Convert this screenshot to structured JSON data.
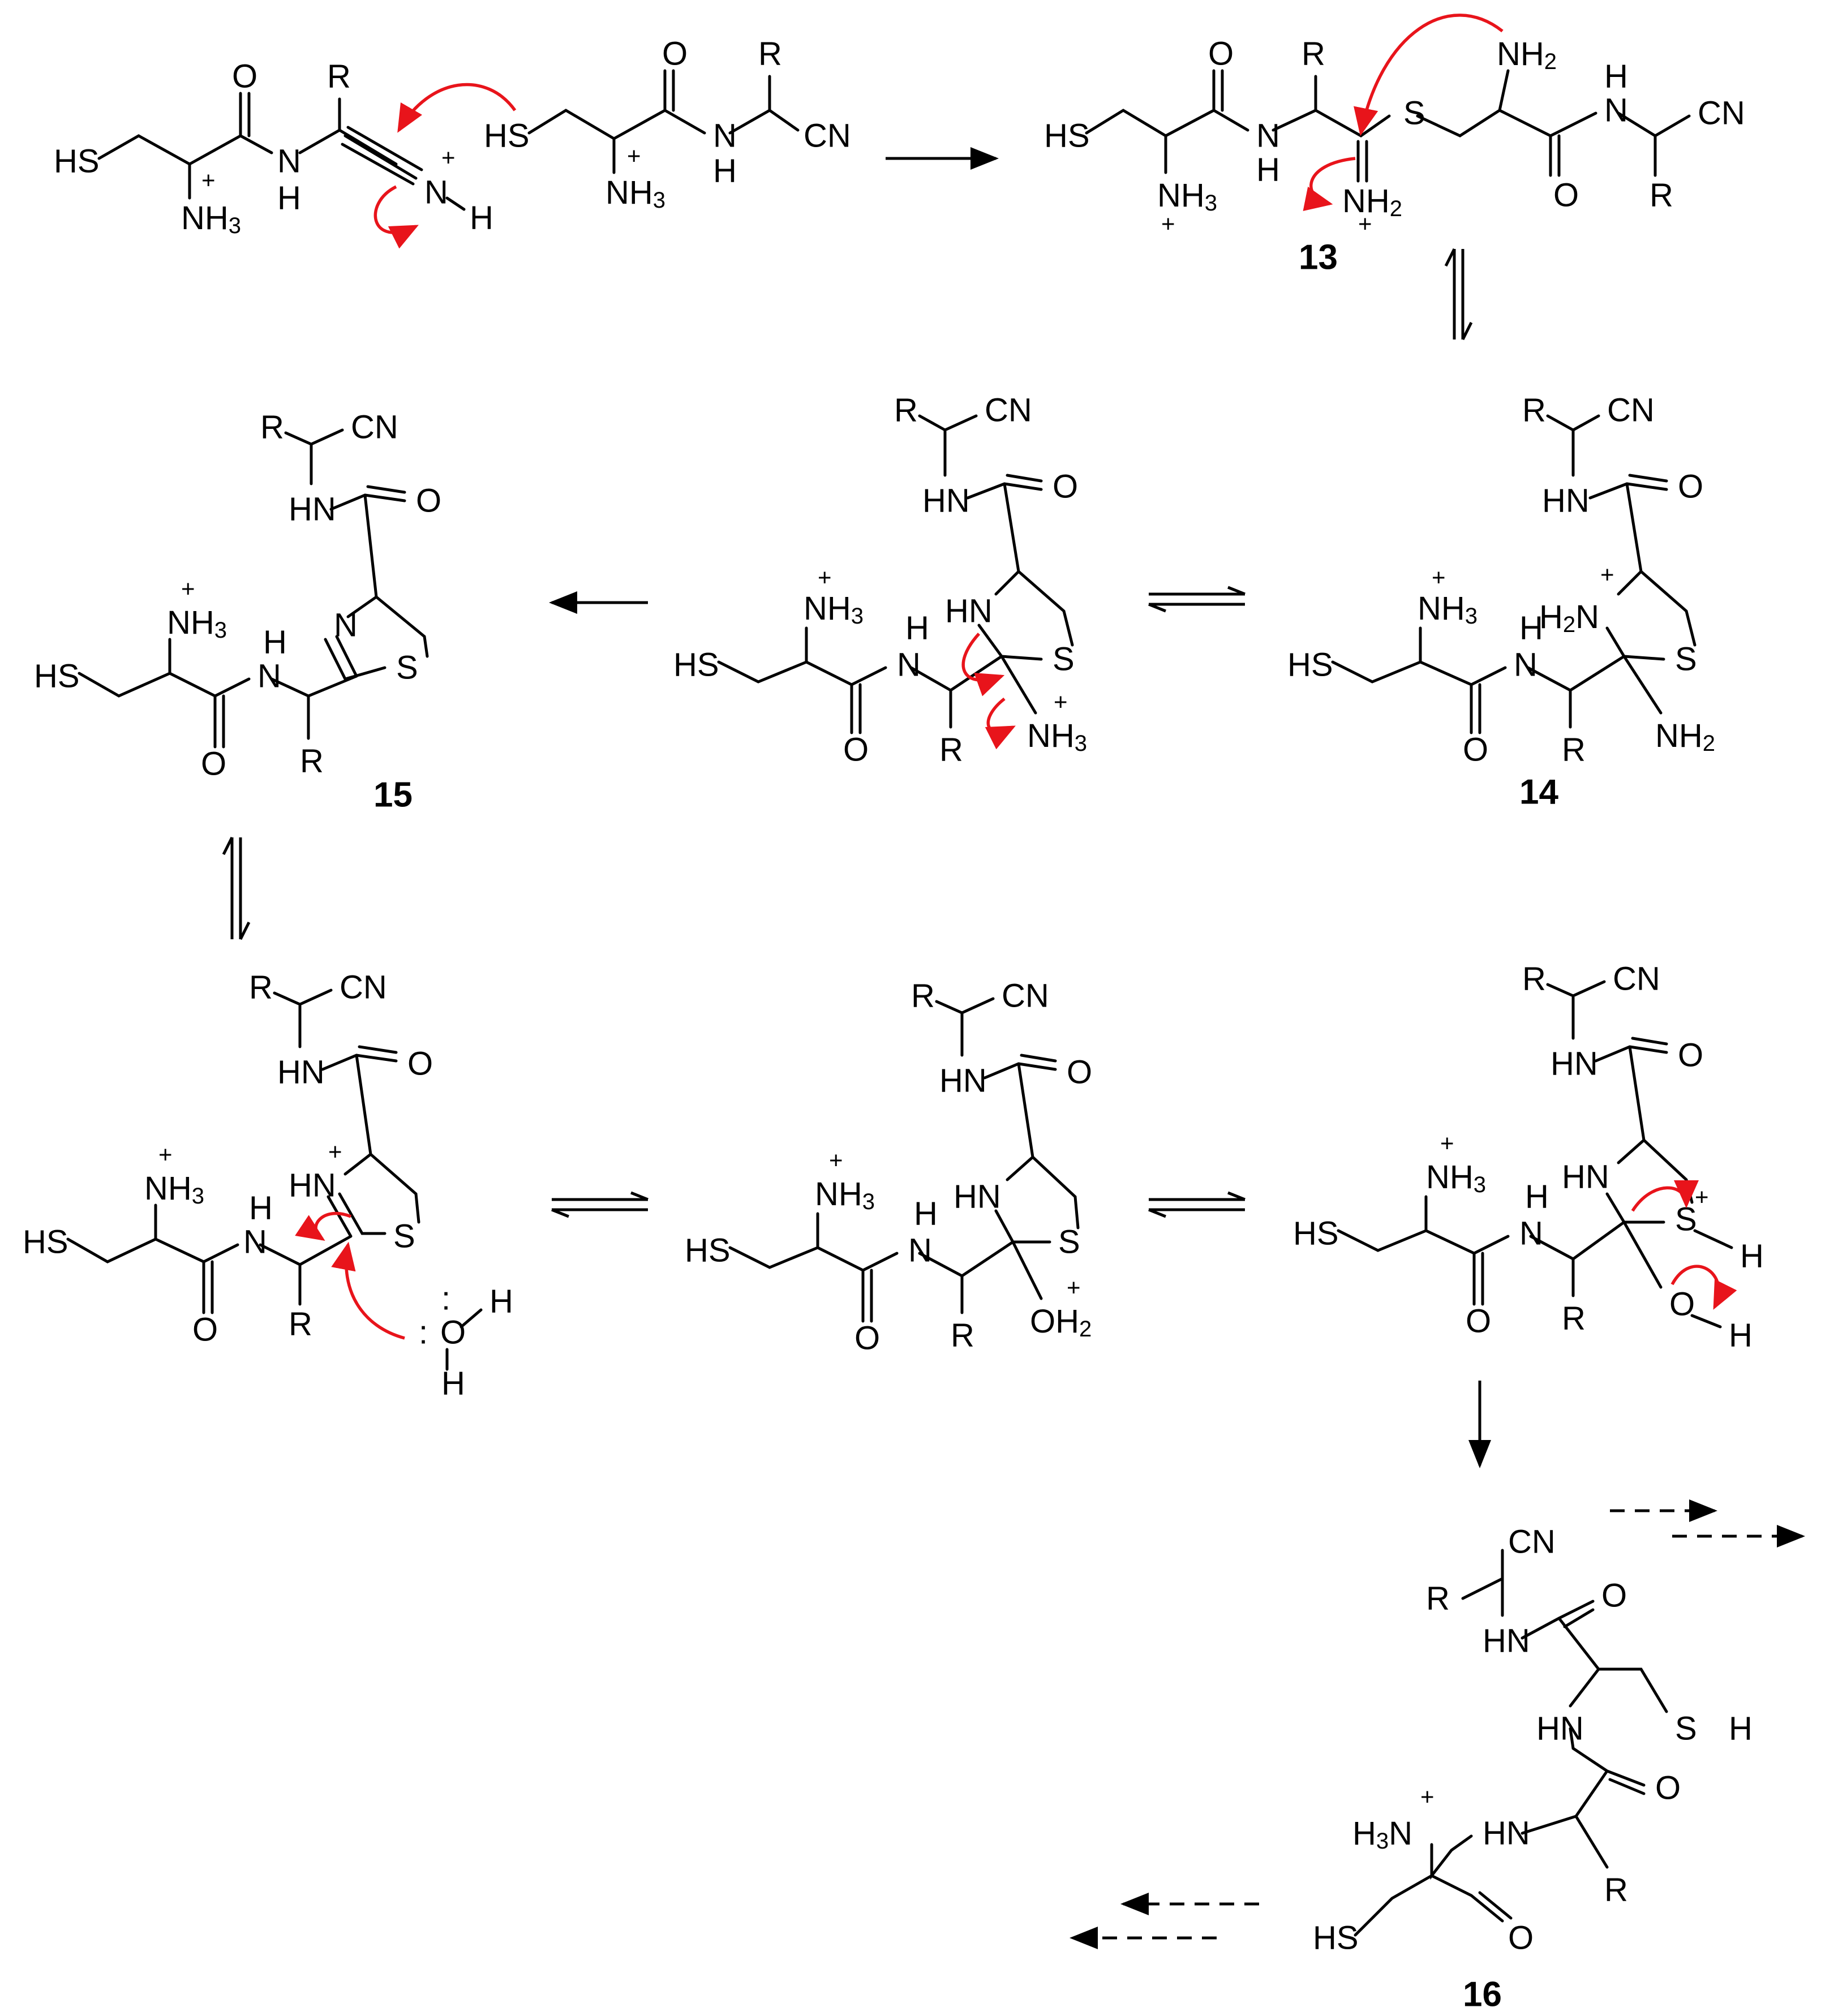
{
  "compound_labels": {
    "c13": "13",
    "c14": "14",
    "c15": "15",
    "c16": "16"
  },
  "atoms": {
    "HS": "HS",
    "S": "S",
    "SH": "S",
    "H": "H",
    "R": "R",
    "CN": "CN",
    "O": "O",
    "N": "N",
    "NH": "NH",
    "HN": "HN",
    "NH2": "NH",
    "NH3": "NH",
    "H3N": "H",
    "H2N": "H",
    "OH2": "OH",
    "OH": "O"
  },
  "subscripts": {
    "two": "2",
    "three": "3"
  },
  "charges": {
    "plus": "+"
  },
  "lone_pair": {
    "dots": ":"
  },
  "colors": {
    "bond": "#000000",
    "curly_arrow": "#e8141b",
    "background": "#ffffff"
  }
}
